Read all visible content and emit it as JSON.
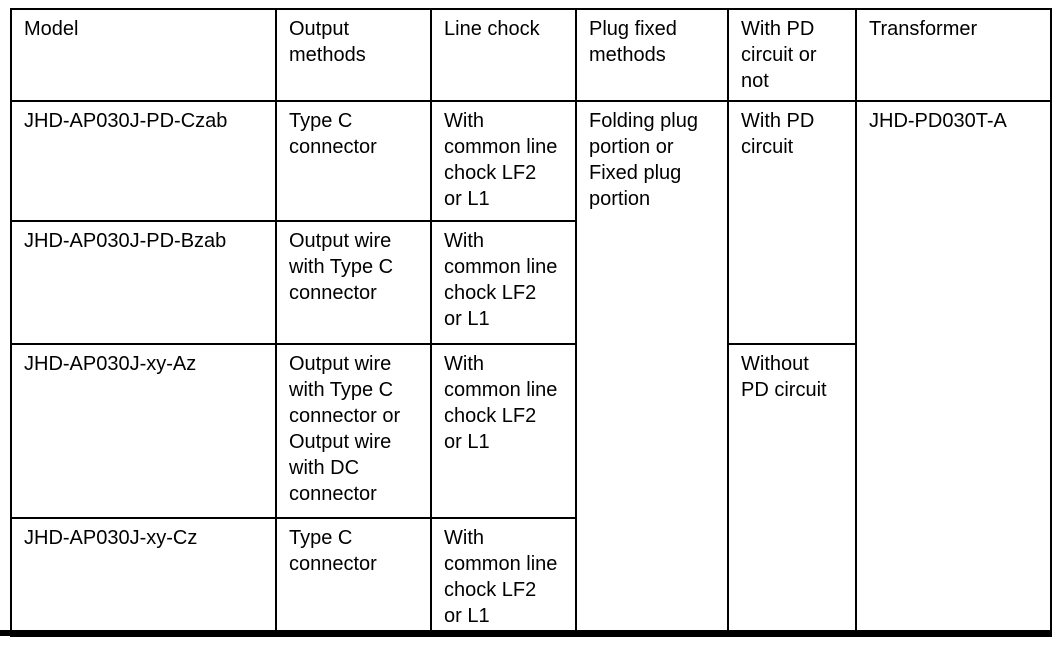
{
  "table": {
    "headers": [
      "Model",
      "Output methods",
      "Line chock",
      "Plug fixed methods",
      "With PD circuit or not",
      "Transformer"
    ],
    "rows": [
      {
        "model": "JHD-AP030J-PD-Czab",
        "output_method": "Type C connector",
        "line_chock": "With common line chock LF2 or L1"
      },
      {
        "model": "JHD-AP030J-PD-Bzab",
        "output_method": "Output wire with Type C connector",
        "line_chock": "With common line chock LF2 or L1"
      },
      {
        "model": "JHD-AP030J-xy-Az",
        "output_method": "Output wire with Type C connector or Output wire with DC connector",
        "line_chock": "With common line chock LF2 or L1"
      },
      {
        "model": "JHD-AP030J-xy-Cz",
        "output_method": "Type C connector",
        "line_chock": "With common line chock LF2 or L1"
      }
    ],
    "plug_fixed_methods": "Folding plug portion or Fixed plug portion",
    "pd_circuit": {
      "with_pd": "With PD circuit",
      "without_pd": "Without PD circuit"
    },
    "transformer": "JHD-PD030T-A"
  },
  "colors": {
    "border": "#000000",
    "background": "#ffffff",
    "text": "#000000"
  }
}
